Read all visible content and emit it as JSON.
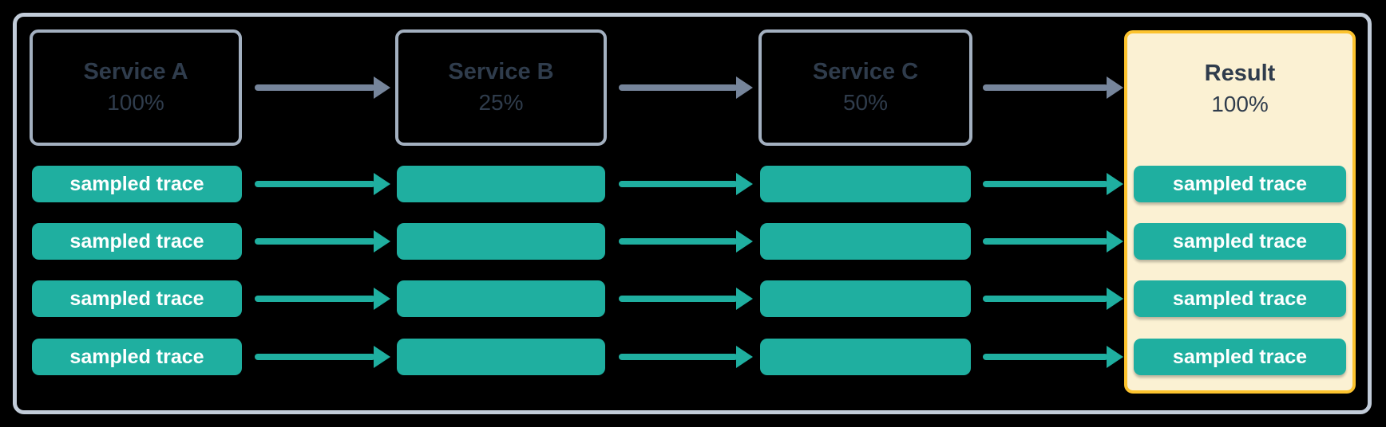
{
  "colors": {
    "background": "#000000",
    "frame": "#c2ccd9",
    "service_border": "#a3b0c0",
    "text_dark": "#2f3c4c",
    "teal": "#1fafa0",
    "arrow_gray": "#76859b",
    "result_fill": "#fbf1d3",
    "result_border": "#fcc32e",
    "trace_text": "#ffffff"
  },
  "nodes": {
    "service_a": {
      "title": "Service A",
      "percentage": "100%"
    },
    "service_b": {
      "title": "Service B",
      "percentage": "25%"
    },
    "service_c": {
      "title": "Service C",
      "percentage": "50%"
    },
    "result": {
      "title": "Result",
      "percentage": "100%"
    }
  },
  "trace_label": "sampled trace",
  "rows": 4
}
